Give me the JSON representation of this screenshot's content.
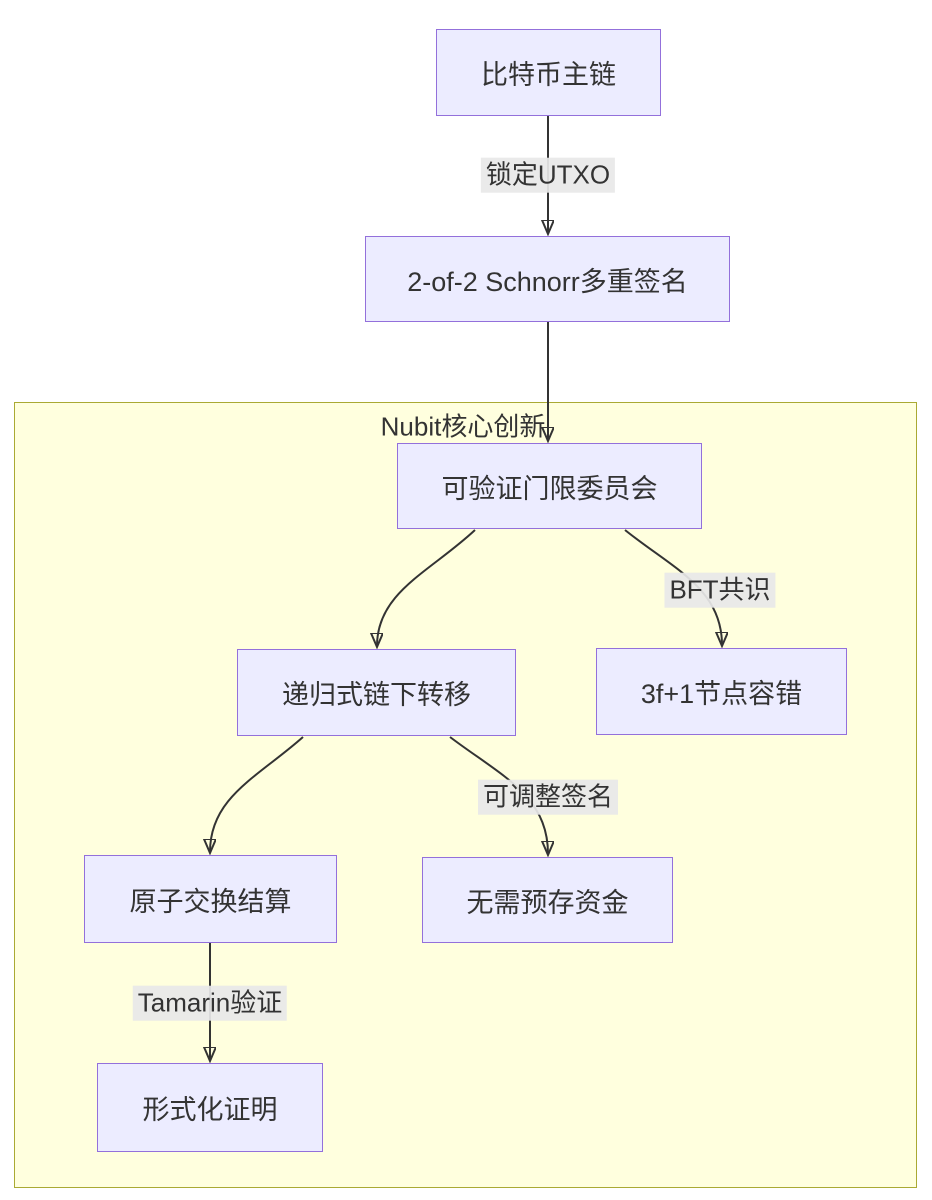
{
  "diagram": {
    "type": "flowchart",
    "cluster": {
      "label": "Nubit核心创新"
    },
    "nodes": {
      "bitcoin": {
        "label": "比特币主链"
      },
      "schnorr": {
        "label": "2-of-2 Schnorr多重签名"
      },
      "committee": {
        "label": "可验证门限委员会"
      },
      "recursive": {
        "label": "递归式链下转移"
      },
      "bft": {
        "label": "3f+1节点容错"
      },
      "atomic": {
        "label": "原子交换结算"
      },
      "nofund": {
        "label": "无需预存资金"
      },
      "formal": {
        "label": "形式化证明"
      }
    },
    "edge_labels": {
      "lock_utxo": "锁定UTXO",
      "bft_consensus": "BFT共识",
      "adjustable_sig": "可调整签名",
      "tamarin": "Tamarin验证"
    },
    "edges": [
      {
        "from": "bitcoin",
        "to": "schnorr",
        "label": "锁定UTXO"
      },
      {
        "from": "schnorr",
        "to": "committee",
        "label": ""
      },
      {
        "from": "committee",
        "to": "recursive",
        "label": ""
      },
      {
        "from": "committee",
        "to": "bft",
        "label": "BFT共识"
      },
      {
        "from": "recursive",
        "to": "atomic",
        "label": ""
      },
      {
        "from": "recursive",
        "to": "nofund",
        "label": "可调整签名"
      },
      {
        "from": "atomic",
        "to": "formal",
        "label": "Tamarin验证"
      }
    ],
    "colors": {
      "node_fill": "#ECECFF",
      "node_border": "#9370DB",
      "cluster_fill": "#FFFFDE",
      "cluster_border": "#AAAA33",
      "edge": "#333333",
      "edge_label_bg": "#E8E8E8",
      "text": "#333333",
      "background": "#FFFFFF"
    }
  }
}
